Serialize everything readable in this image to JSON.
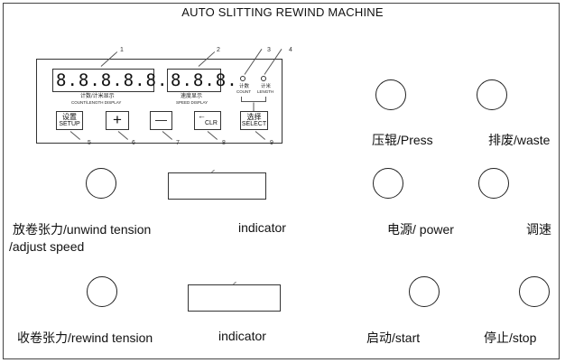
{
  "title": "AUTO SLITTING REWIND MACHINE",
  "panel": {
    "count_display": "8.8.8.8.8.8.",
    "speed_display": "8.8.8.",
    "count_label_cn": "计数/计米显示",
    "count_label_en": "COUNT/LENGTH DISPLAY",
    "speed_label_cn": "速度显示",
    "speed_label_en": "SPEED DISPLAY",
    "led_count_cn": "计数",
    "led_count_en": "COUNT",
    "led_length_cn": "计米",
    "led_length_en": "LENGTH",
    "key_setup_cn": "设置",
    "key_setup_en": "SETUP",
    "key_plus": "+",
    "key_minus": "—",
    "key_clr_arrow": "←",
    "key_clr": "CLR",
    "key_select_cn": "选择",
    "key_select_en": "SELECT",
    "callouts": [
      "1",
      "2",
      "3",
      "4",
      "5",
      "6",
      "7",
      "8",
      "9"
    ]
  },
  "controls": {
    "press": "压辊/Press",
    "waste": "排废/waste",
    "unwind": "放卷张力/unwind  tension",
    "adjust": "/adjust speed",
    "indicator_1": "indicator",
    "power": "电源/   power",
    "speed_cn": "调速",
    "rewind": "收卷张力/rewind tension",
    "indicator_2": "indicator",
    "start": "启动/start",
    "stop": "停止/stop"
  }
}
